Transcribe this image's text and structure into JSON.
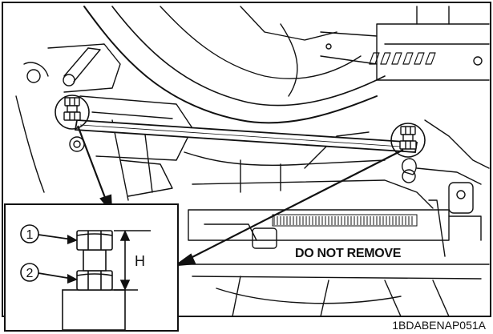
{
  "figure_code": "1BDABENAP051A",
  "warning_text": "DO NOT REMOVE",
  "callouts": [
    {
      "number": "1"
    },
    {
      "number": "2"
    }
  ],
  "dimension_label": "H",
  "colors": {
    "line": "#111111",
    "background": "#ffffff"
  }
}
